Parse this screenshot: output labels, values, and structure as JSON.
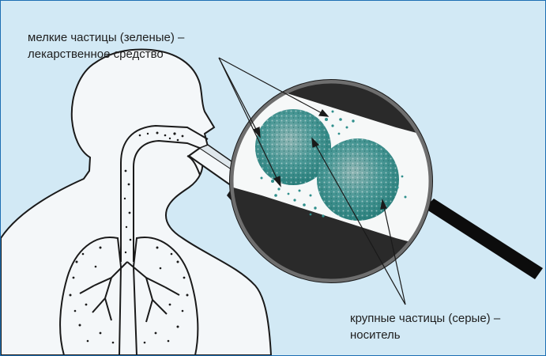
{
  "labels": {
    "small_particles": {
      "line1": "мелкие частицы (зеленые) –",
      "line2": "лекарственное средство"
    },
    "large_particles": {
      "line1": "крупные частицы (серые) –",
      "line2": "носитель"
    }
  },
  "colors": {
    "background": "#d2e9f5",
    "border": "#1d6fb3",
    "body_fill": "#f4f7f9",
    "outline": "#1a1a1a",
    "drug_particle": "#2f8f8c",
    "carrier_particle": "#3a8f8d",
    "magnifier_rim": "#6e6e6e",
    "tube_wall": "#2a2a2a"
  }
}
